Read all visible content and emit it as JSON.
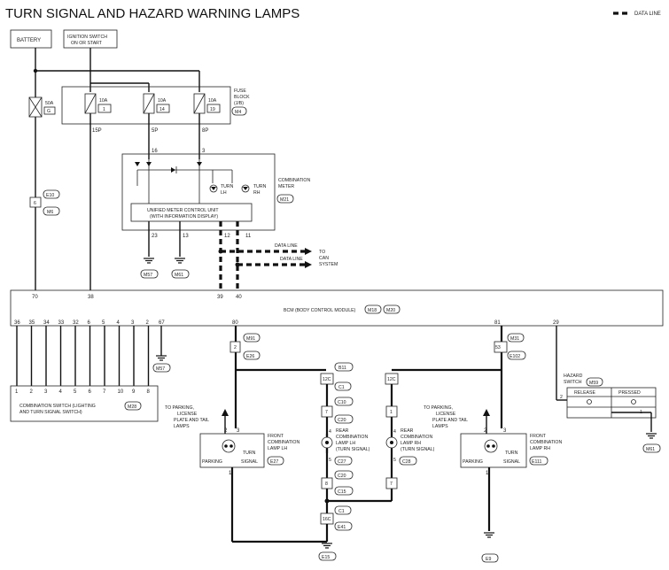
{
  "title": "TURN SIGNAL AND HAZARD WARNING LAMPS",
  "legend": {
    "data_line": "DATA LINE"
  },
  "power": {
    "battery": "BATTERY",
    "ignition_l1": "IGNITION SWITCH",
    "ignition_l2": "ON OR START"
  },
  "fuse_block": {
    "l1": "FUSE",
    "l2": "BLOCK",
    "l3": "(J/B)",
    "conn": "M4",
    "fuse1_amp": "10A",
    "fuse1_num": "1",
    "fuse2_amp": "10A",
    "fuse2_num": "14",
    "fuse3_amp": "10A",
    "fuse3_num": "19",
    "pin1": "15P",
    "pin2": "5P",
    "pin3": "8P"
  },
  "fusible": {
    "amp": "50A",
    "num": "G"
  },
  "connectors": {
    "e10": "E10",
    "e10_pin": "6",
    "m6": "M6",
    "m57": "M57",
    "m61": "M61",
    "m18": "M18",
    "m20": "M20",
    "m91": "M91",
    "e26": "E26",
    "m31": "M31",
    "e102": "E102",
    "m28": "M28",
    "m59": "M59",
    "m61b": "M61"
  },
  "meter": {
    "l1": "COMBINATION",
    "l2": "METER",
    "conn": "M21",
    "pin16": "16",
    "pin3": "3",
    "turn_lh_l1": "TURN",
    "turn_lh_l2": "LH",
    "turn_rh_l1": "TURN",
    "turn_rh_l2": "RH",
    "unit_l1": "UNIFIED METER CONTROL UNIT",
    "unit_l2": "(WITH INFORMATION DISPLAY)",
    "pin23": "23",
    "pin13": "13",
    "pin12": "12",
    "pin11": "11"
  },
  "can": {
    "data_line1": "DATA LINE",
    "data_line2": "DATA LINE",
    "to_l1": "TO",
    "to_l2": "CAN",
    "to_l3": "SYSTEM"
  },
  "bcm": {
    "label": "BCM (BODY CONTROL MODULE)",
    "pin70": "70",
    "pin38": "38",
    "pin39": "39",
    "pin40": "40",
    "pin80": "80",
    "pin81": "81",
    "pin29": "29",
    "pin67": "67",
    "pins_left": [
      "36",
      "35",
      "34",
      "33",
      "32",
      "6",
      "5",
      "4",
      "3",
      "2"
    ]
  },
  "comb_switch": {
    "l1": "COMBINATION SWITCH (LIGHTING",
    "l2": "AND TURN SIGNAL SWITCH)",
    "pins": [
      "1",
      "2",
      "3",
      "4",
      "5",
      "6",
      "7",
      "10",
      "9",
      "8"
    ]
  },
  "front_lh": {
    "l1": "FRONT",
    "l2": "COMBINATION",
    "l3": "LAMP LH",
    "parking": "PARKING",
    "turn": "TURN",
    "signal": "SIGNAL",
    "conn": "E27",
    "pin2": "2",
    "pin3": "3",
    "pin1": "1",
    "to_l1": "TO PARKING,",
    "to_l2": "LICENSE",
    "to_l3": "PLATE AND TAIL",
    "to_l4": "LAMPS"
  },
  "front_rh": {
    "l1": "FRONT",
    "l2": "COMBINATION",
    "l3": "LAMP RH",
    "parking": "PARKING",
    "turn": "TURN",
    "signal": "SIGNAL",
    "conn": "E111",
    "pin2": "2",
    "pin3": "3",
    "pin1": "1",
    "to_l1": "TO PARKING,",
    "to_l2": "LICENSE",
    "to_l3": "PLATE AND TAIL",
    "to_l4": "LAMPS"
  },
  "pins_misc": {
    "p2_lh": "2",
    "p53_rh": "53"
  },
  "rear_lh": {
    "l1": "REAR",
    "l2": "COMBINATION",
    "l3": "LAMP LH",
    "l4": "(TURN SIGNAL)",
    "conn": "C27",
    "pin4": "4",
    "pin5": "5"
  },
  "rear_rh": {
    "l1": "REAR",
    "l2": "COMBINATION",
    "l3": "LAMP RH",
    "l4": "(TURN SIGNAL)",
    "conn": "C28",
    "pin4": "4",
    "pin5": "5"
  },
  "chain": {
    "b11": "B11",
    "p12c": "12C",
    "c1": "C1",
    "c10a": "C10",
    "p7": "7",
    "c20a": "C20",
    "c20b": "C20",
    "p8": "8",
    "c15": "C15",
    "c1b": "C1",
    "p16c": "16C",
    "e41": "E41",
    "e15": "E15",
    "r12c": "12C",
    "r1": "1",
    "r7": "7"
  },
  "ground_e9": "E9",
  "hazard": {
    "l1": "HAZARD",
    "l2": "SWITCH",
    "conn": "M59",
    "release": "RELEASE",
    "pressed": "PRESSED",
    "pin2": "2",
    "pin1": "1"
  }
}
